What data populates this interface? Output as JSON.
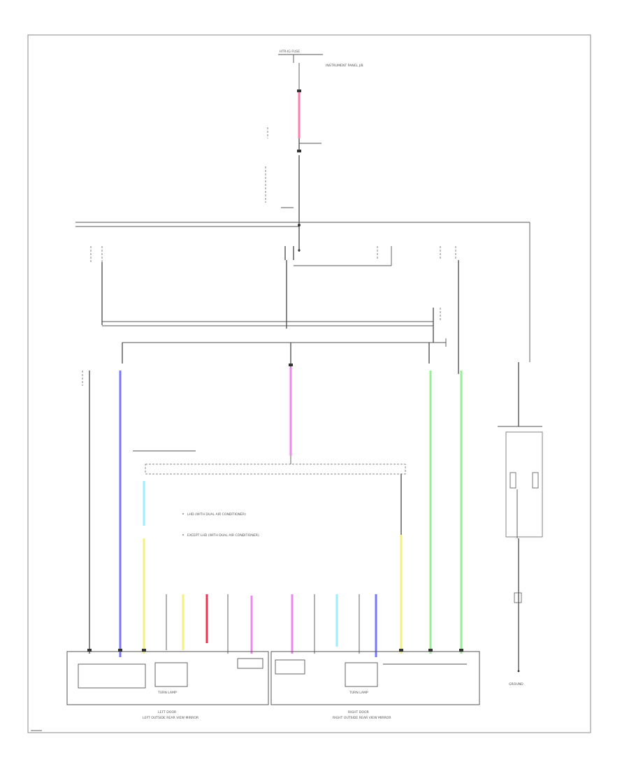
{
  "colors": {
    "pink": "#ff7fa8",
    "red": "#ee3355",
    "magenta": "#ee88ee",
    "blue": "#7777ff",
    "light_blue": "#99eeff",
    "yellow": "#f2f280",
    "green": "#99ee99",
    "black": "#555555"
  },
  "labels": {
    "top_fuse": "HTR-IG FUSE",
    "top_fuse_note": "INSTRUMENT PANEL J/B",
    "note_1": "LHD (WITH DUAL AIR CONDITIONER)",
    "note_2": "EXCEPT LHD (WITH DUAL AIR CONDITIONER)",
    "door_l": "LEFT DOOR",
    "door_r": "RIGHT DOOR",
    "mirror_l_name": "LEFT OUTSIDE REAR VIEW MIRROR",
    "mirror_r_name": "RIGHT OUTSIDE REAR VIEW MIRROR",
    "turn_lamp_l": "TURN LAMP",
    "turn_lamp_r": "TURN LAMP",
    "ground": "GROUND"
  }
}
